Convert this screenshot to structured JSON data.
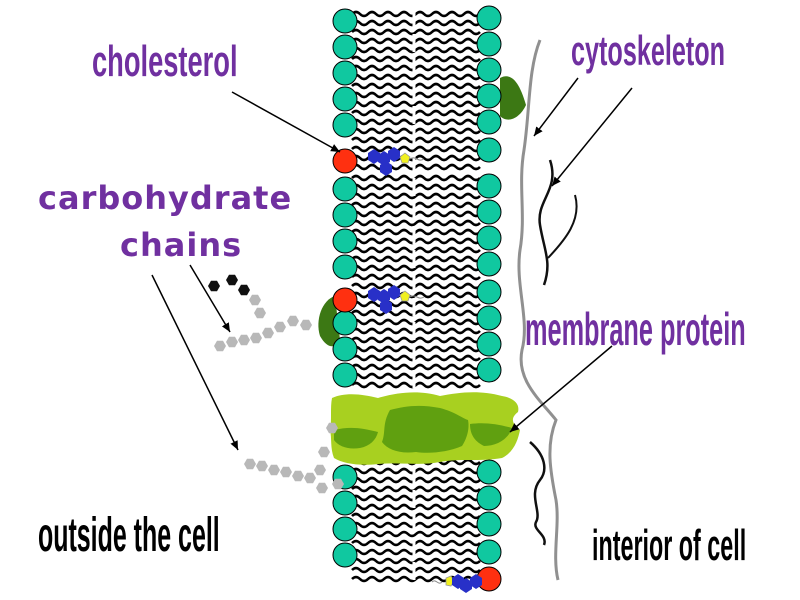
{
  "labels": {
    "cholesterol": "cholesterol",
    "cytoskeleton": "cytoskeleton",
    "carbohydrate_line1": "carbohydrate",
    "carbohydrate_line2": "chains",
    "membrane_protein": "membrane protein",
    "outside": "outside the cell",
    "interior": "interior of cell"
  },
  "colors": {
    "label_purple": "#7030a0",
    "phospholipid_head": "#10c8a0",
    "cholesterol_head": "#ff3010",
    "protein_light": "#a8d020",
    "protein_dark": "#60a010",
    "peripheral_protein": "#3c7814",
    "carbohydrate_blue": "#2830c8",
    "carbohydrate_yellow": "#f0f020",
    "chain_gray": "#b8b8b8",
    "chain_black": "#101010",
    "cytoskeleton_gray": "#909090"
  }
}
